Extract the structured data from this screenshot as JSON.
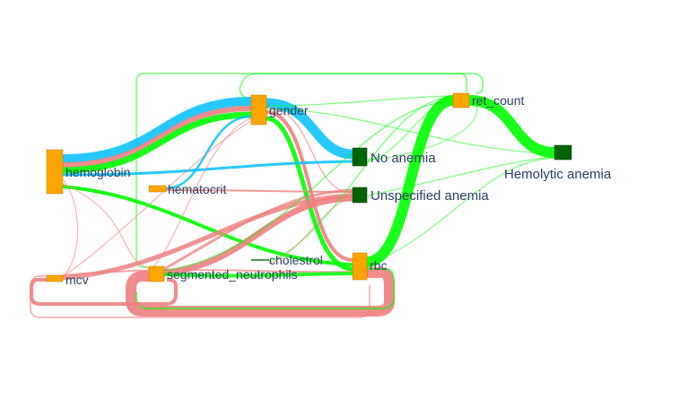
{
  "chart_data": {
    "type": "sankey",
    "nodes": [
      {
        "id": "hemoglobin",
        "label": "hemoglobin",
        "color": "#ffa500"
      },
      {
        "id": "hematocrit",
        "label": "hematocrit",
        "color": "#ffa500"
      },
      {
        "id": "gender",
        "label": "gender",
        "color": "#ffa500"
      },
      {
        "id": "mcv",
        "label": "mcv",
        "color": "#ffa500"
      },
      {
        "id": "segmented_neutrophils",
        "label": "segmented_neutrophils",
        "color": "#ffa500"
      },
      {
        "id": "cholestrol",
        "label": "cholestrol",
        "color": "#ffa500"
      },
      {
        "id": "rbc",
        "label": "rbc",
        "color": "#ffa500"
      },
      {
        "id": "ret_count",
        "label": "ret_count",
        "color": "#ffa500"
      },
      {
        "id": "no_anemia",
        "label": "No anemia",
        "color": "#006400"
      },
      {
        "id": "unspecified_anemia",
        "label": "Unspecified anemia",
        "color": "#006400"
      },
      {
        "id": "hemolytic_anemia",
        "label": "Hemolytic anemia",
        "color": "#006400"
      }
    ],
    "link_colors": {
      "no_anemia": "#00bfff",
      "unspecified_anemia": "#f08080",
      "hemolytic_anemia": "#00ff00"
    }
  }
}
